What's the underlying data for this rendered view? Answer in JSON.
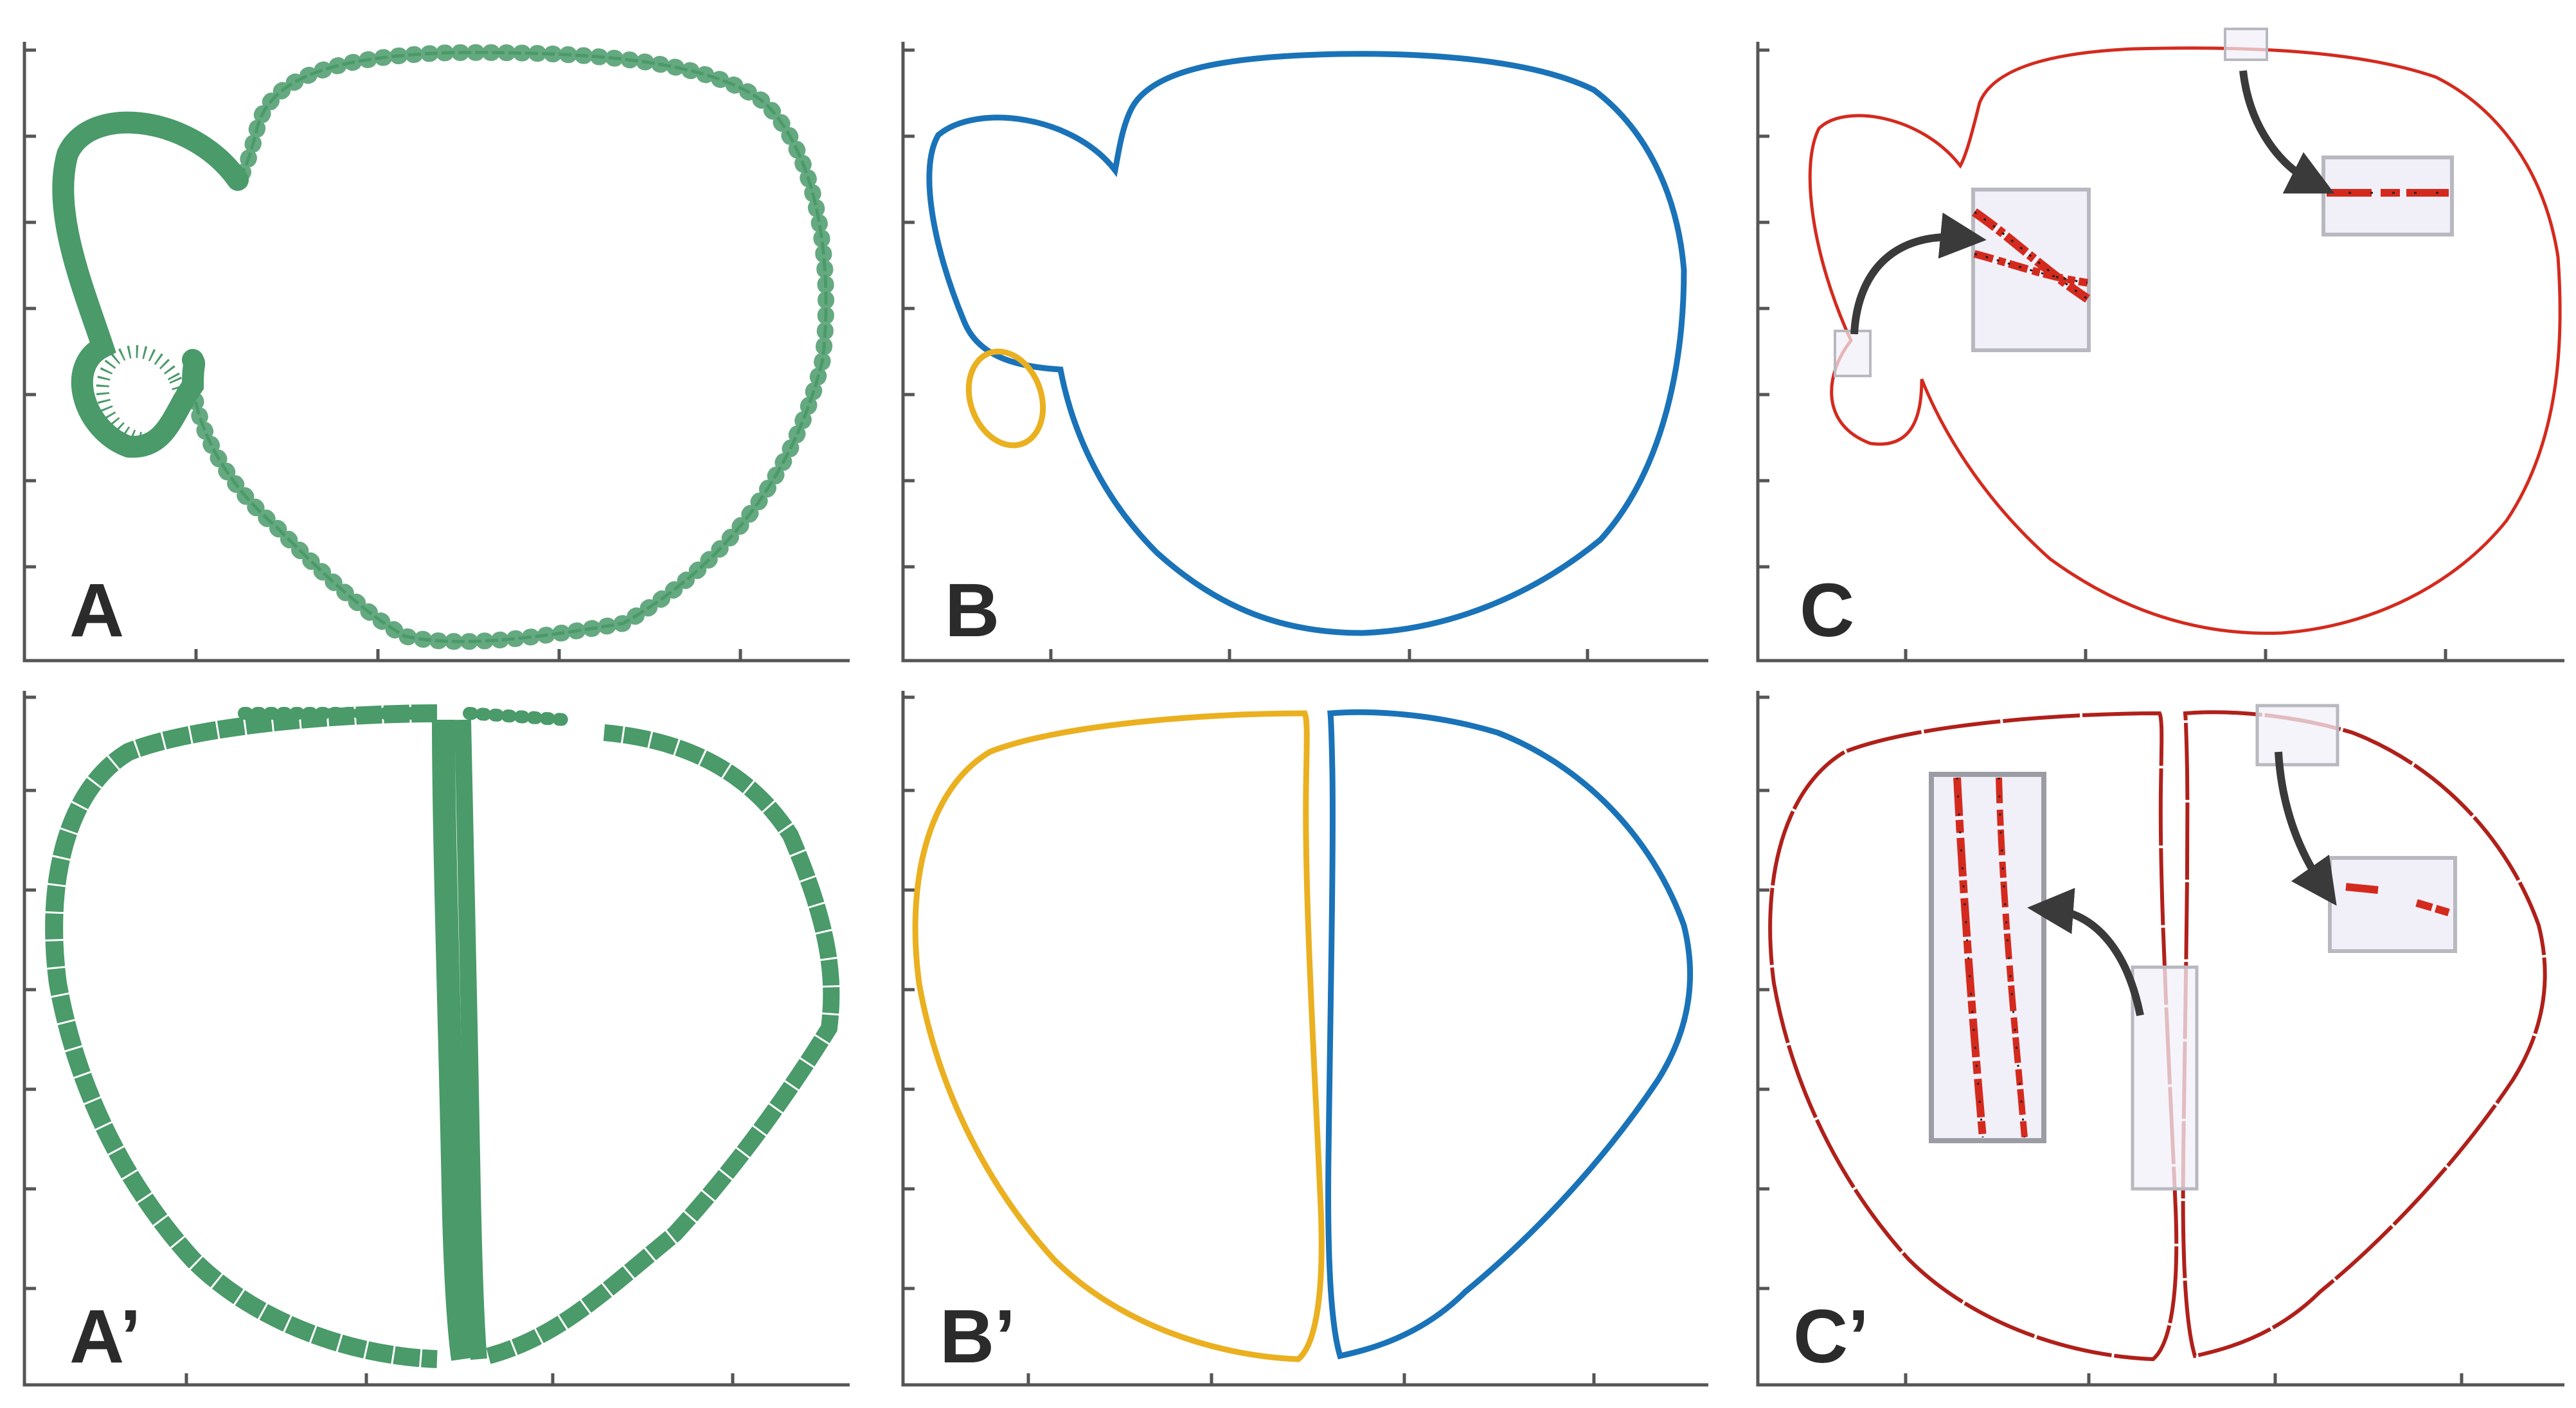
{
  "panels": [
    {
      "id": "A",
      "label": "A"
    },
    {
      "id": "B",
      "label": "B"
    },
    {
      "id": "C",
      "label": "C"
    },
    {
      "id": "A2",
      "label": "A’"
    },
    {
      "id": "B2",
      "label": "B’"
    },
    {
      "id": "C2",
      "label": "C’"
    }
  ],
  "colors": {
    "points": "#4a9a6a",
    "outer_contour": "#1a73b8",
    "inner_contour": "#eab020",
    "red_contour": "#d42a1e",
    "dark_red_contour": "#b0201a",
    "zoom_box_fill": "#f1f0f8",
    "zoom_box_stroke": "#b8b8c0",
    "arrow": "#3a3a3a",
    "axis": "#555555"
  }
}
